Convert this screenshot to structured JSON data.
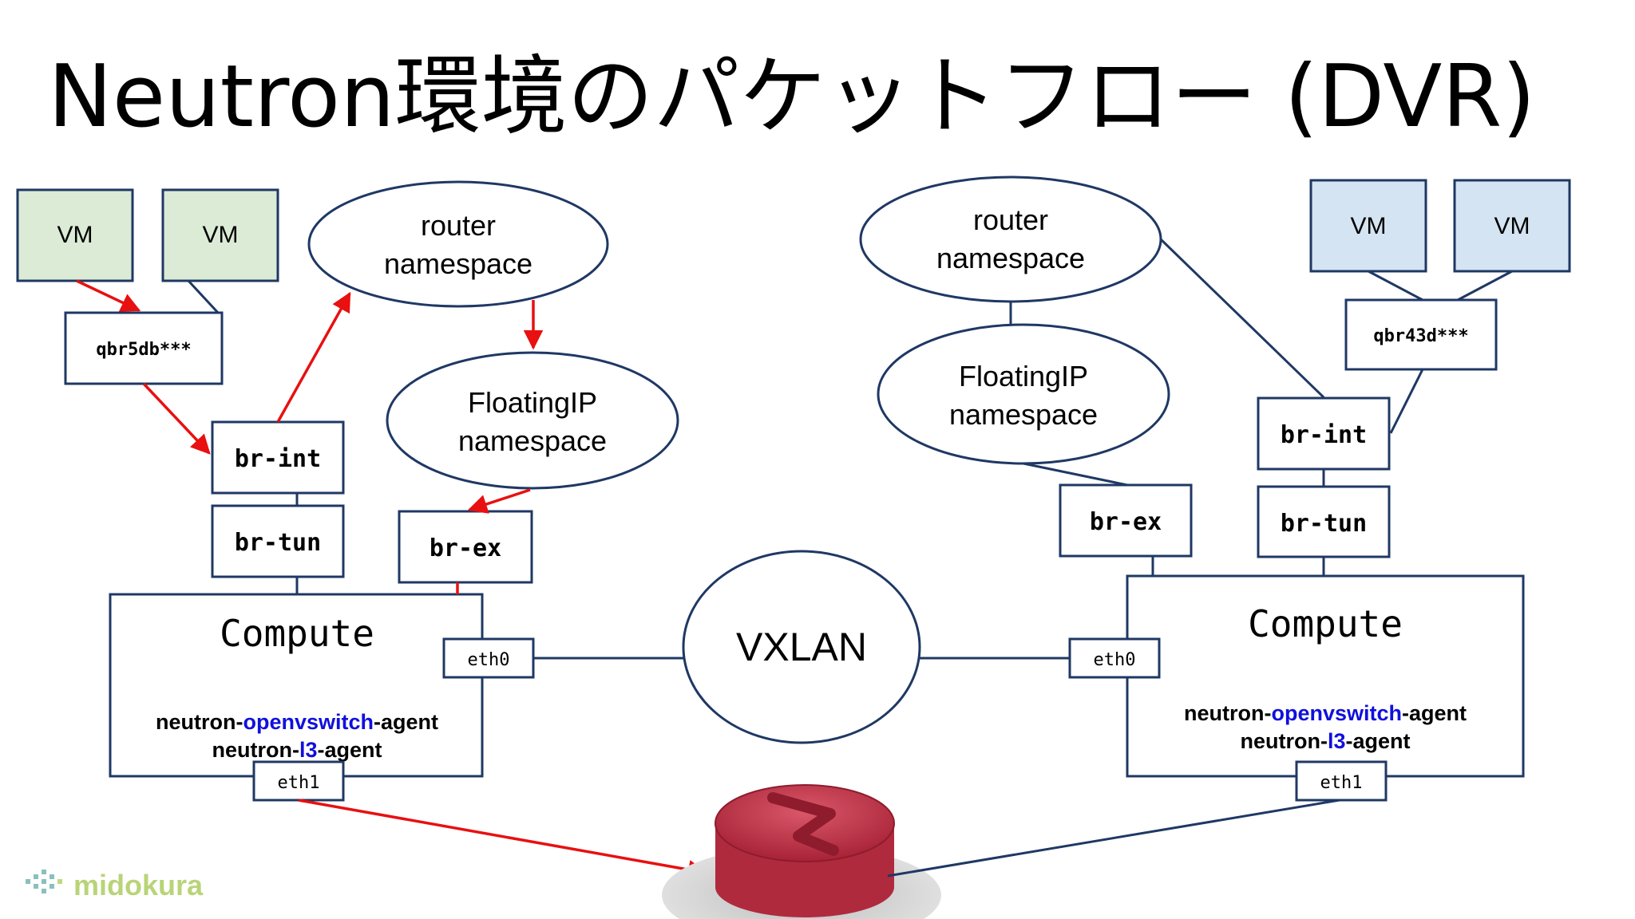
{
  "slide": {
    "title": "Neutron環境のパケットフロー (DVR)"
  },
  "left_host": {
    "vm1": "VM",
    "vm2": "VM",
    "qbr": "qbr5db***",
    "br_int": "br-int",
    "br_tun": "br-tun",
    "br_ex": "br-ex",
    "router_ns_line1": "router",
    "router_ns_line2": "namespace",
    "fip_ns_line1": "FloatingIP",
    "fip_ns_line2": "namespace",
    "compute": "Compute",
    "agent1_prefix": "neutron-",
    "agent1_highlight": "openvswitch",
    "agent1_suffix": "-agent",
    "agent2_prefix": "neutron-",
    "agent2_highlight": "l3",
    "agent2_suffix": "-agent",
    "eth0": "eth0",
    "eth1": "eth1"
  },
  "right_host": {
    "vm1": "VM",
    "vm2": "VM",
    "qbr": "qbr43d***",
    "br_int": "br-int",
    "br_tun": "br-tun",
    "br_ex": "br-ex",
    "router_ns_line1": "router",
    "router_ns_line2": "namespace",
    "fip_ns_line1": "FloatingIP",
    "fip_ns_line2": "namespace",
    "compute": "Compute",
    "agent1_prefix": "neutron-",
    "agent1_highlight": "openvswitch",
    "agent1_suffix": "-agent",
    "agent2_prefix": "neutron-",
    "agent2_highlight": "l3",
    "agent2_suffix": "-agent",
    "eth0": "eth0",
    "eth1": "eth1"
  },
  "center": {
    "vxlan": "VXLAN"
  },
  "logo": {
    "text": "midokura"
  },
  "colors": {
    "box_stroke": "#1f3864",
    "flow_arrow": "#e81010",
    "left_vm_fill": "#dcebd6",
    "right_vm_fill": "#d4e4f2",
    "highlight_text": "#1010dd",
    "router_fill": "#c0364a"
  }
}
